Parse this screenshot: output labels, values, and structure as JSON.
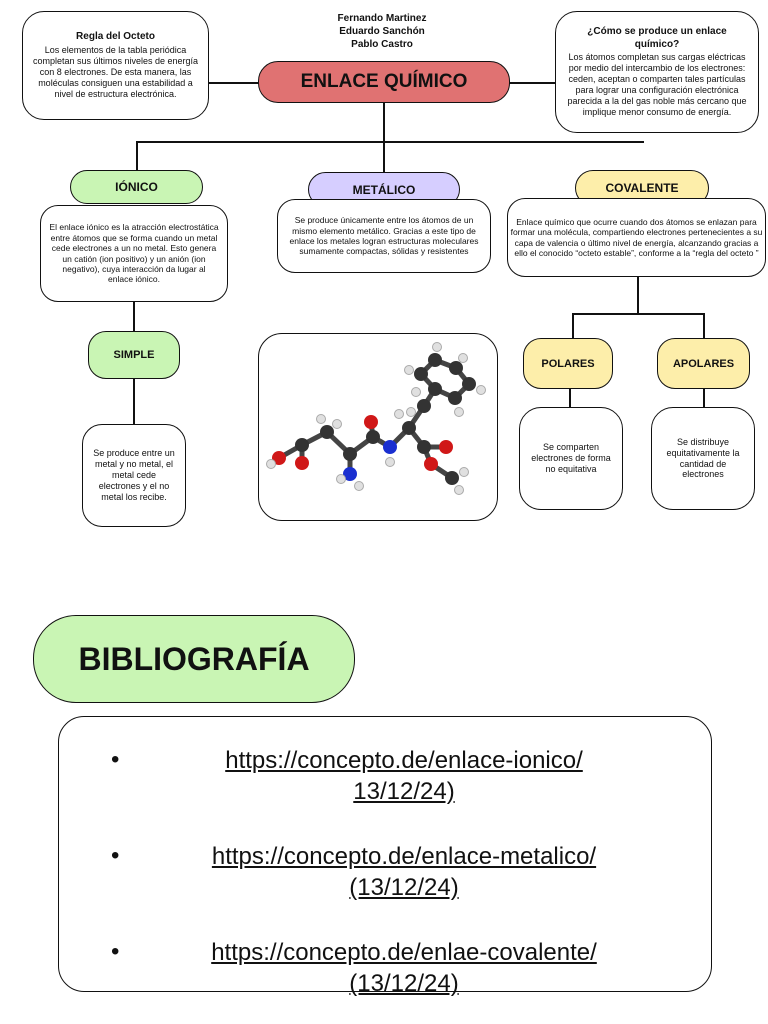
{
  "authors": [
    "Fernando Martinez",
    "Eduardo Sanchón",
    "Pablo Castro"
  ],
  "main_title": "ENLACE QUÍMICO",
  "octet": {
    "title": "Regla del Octeto",
    "text": "Los elementos de la tabla periódica completan sus últimos niveles de energía con 8 electrones. De esta manera, las moléculas consiguen una estabilidad a nivel de estructura electrónica."
  },
  "how": {
    "title": "¿Cómo se produce un enlace químico?",
    "text": "Los átomos completan sus cargas eléctricas por medio del intercambio de los electrones: ceden, aceptan o comparten tales partículas para lograr una configuración electrónica parecida a la del gas noble más cercano que implique menor consumo de energía."
  },
  "ionic": {
    "label": "IÓNICO",
    "text": "El enlace iónico es la atracción electrostática entre átomos que se forma cuando un metal cede electrones a un no metal. Esto genera un catión (ion positivo) y un anión (ion negativo), cuya interacción da lugar al enlace iónico."
  },
  "metallic": {
    "label": "METÁLICO",
    "text": "Se produce únicamente entre los átomos de un mismo elemento metálico. Gracias a este tipo de enlace los metales logran estructuras moleculares sumamente compactas, sólidas y resistentes"
  },
  "covalent": {
    "label": "COVALENTE",
    "text": "Enlace químico que ocurre cuando dos átomos se enlazan para formar una molécula, compartiendo electrones pertenecientes a su capa de valencia o último nivel de energía, alcanzando gracias a ello el conocido “octeto estable”, conforme a la “regla del octeto ”"
  },
  "simple": {
    "label": "SIMPLE",
    "text": "Se produce entre un metal y no metal, el metal cede electrones y el no metal los recibe."
  },
  "polar": {
    "label": "POLARES",
    "text": "Se comparten electrones de forma no equitativa"
  },
  "apolar": {
    "label": "APOLARES",
    "text": "Se distribuye equitativamente la cantidad de electrones"
  },
  "bibliography": {
    "title": "BIBLIOGRAFÍA",
    "refs": [
      {
        "url": "https://concepto.de/enlace-ionico/",
        "date": " 13/12/24)"
      },
      {
        "url": "https://concepto.de/enlace-metalico/",
        "date": "(13/12/24) "
      },
      {
        "url": "https://concepto.de/enlae-covalente/",
        "date": "(13/12/24)"
      }
    ]
  },
  "colors": {
    "main": "#e07272",
    "ionic": "#c9f5b4",
    "metallic": "#d6ceff",
    "covalent": "#fdeeaa"
  },
  "image_icon": "molecule-ball-and-stick"
}
